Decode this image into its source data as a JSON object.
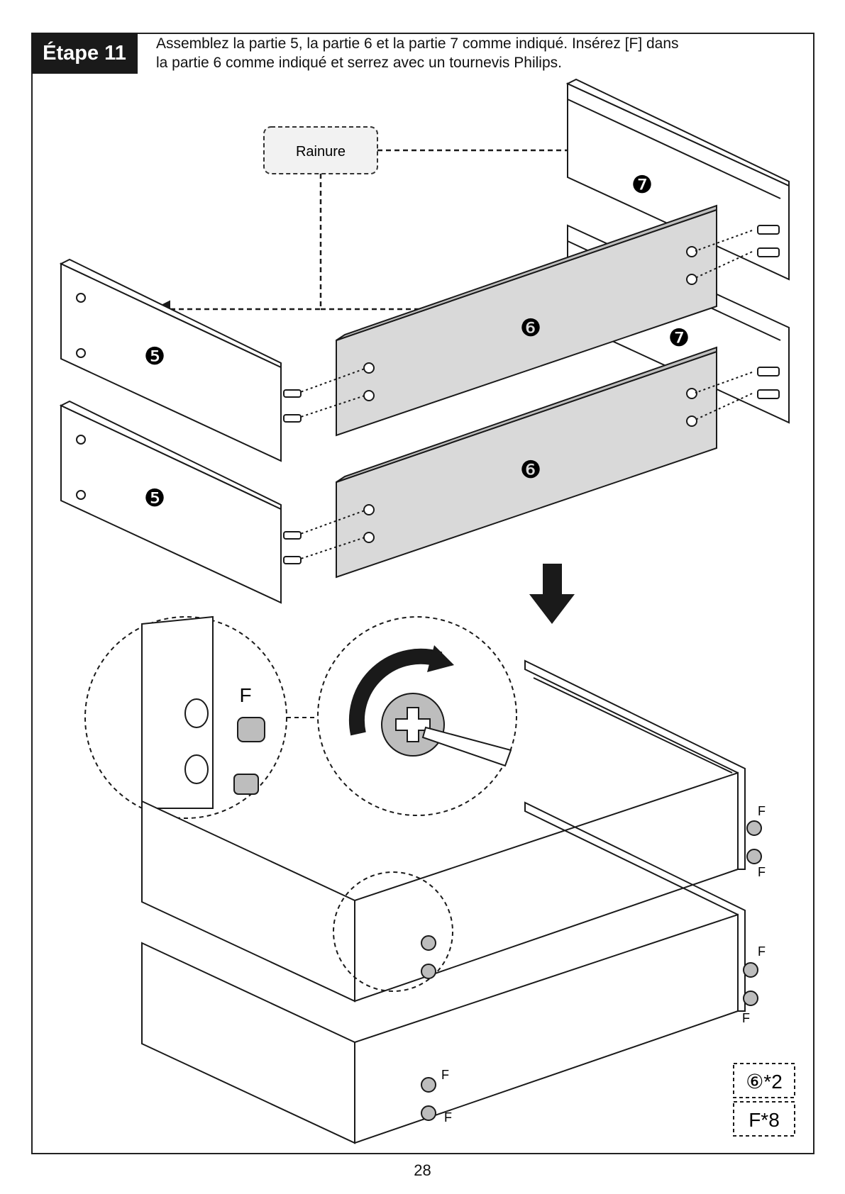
{
  "step": {
    "label": "Étape 11"
  },
  "instruction": {
    "line1": "Assemblez la partie 5, la partie 6 et la partie 7 comme indiqué. Insérez [F] dans",
    "line2": "la partie 6 comme indiqué et serrez avec un tournevis Philips."
  },
  "callout": {
    "groove_label": "Rainure"
  },
  "parts": {
    "part5": "❺",
    "part6": "❻",
    "part7": "❼"
  },
  "fastener_label": "F",
  "quantities": {
    "part6": "⑥*2",
    "fastener": "F*8"
  },
  "page_number": "28",
  "colors": {
    "panel_highlight": "#d9d9d9",
    "line": "#1a1a1a",
    "badge_bg": "#1a1a1a",
    "cam_fill": "#bdbdbd"
  },
  "icons": [
    "down-arrow-icon",
    "rotate-clockwise-arrow-icon",
    "screwdriver-icon",
    "cam-lock-icon",
    "phillips-head-icon"
  ]
}
